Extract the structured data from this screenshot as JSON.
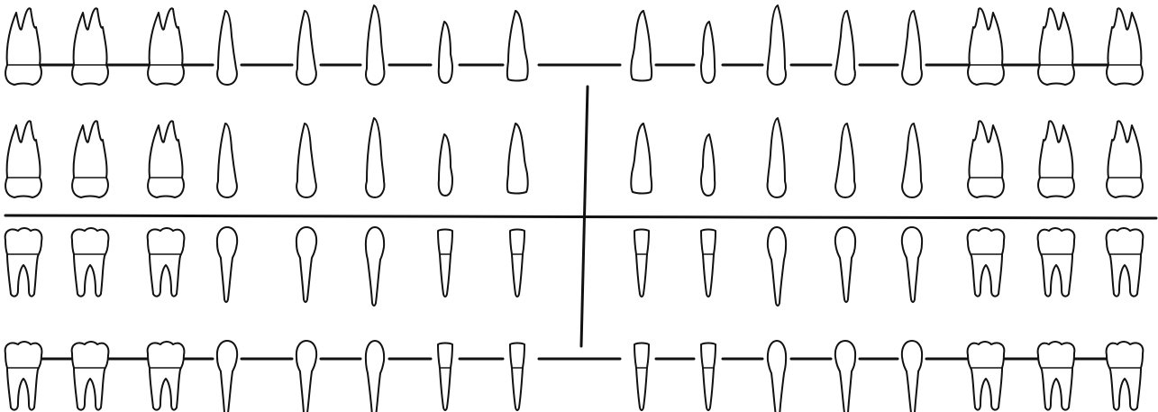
{
  "diagram": {
    "type": "dental_chart",
    "description_text": "",
    "colors": {
      "ink": "#111111",
      "paper": "#ffffff"
    },
    "rows": [
      {
        "name": "upper-buccal-row",
        "teeth": [
          "upper-molar",
          "upper-molar",
          "upper-molar",
          "upper-premolar",
          "upper-premolar",
          "upper-canine",
          "upper-lateral-incisor",
          "upper-central-incisor",
          "upper-central-incisor",
          "upper-lateral-incisor",
          "upper-canine",
          "upper-premolar",
          "upper-premolar",
          "upper-molar",
          "upper-molar",
          "upper-molar"
        ]
      },
      {
        "name": "upper-lingual-row",
        "teeth": [
          "upper-molar",
          "upper-molar",
          "upper-molar",
          "upper-premolar",
          "upper-premolar",
          "upper-canine",
          "upper-lateral-incisor",
          "upper-central-incisor",
          "upper-central-incisor",
          "upper-lateral-incisor",
          "upper-canine",
          "upper-premolar",
          "upper-premolar",
          "upper-molar",
          "upper-molar",
          "upper-molar"
        ]
      },
      {
        "name": "lower-lingual-row",
        "teeth": [
          "lower-molar",
          "lower-molar",
          "lower-molar",
          "lower-premolar",
          "lower-premolar",
          "lower-canine",
          "lower-lateral-incisor",
          "lower-central-incisor",
          "lower-central-incisor",
          "lower-lateral-incisor",
          "lower-canine",
          "lower-premolar",
          "lower-premolar",
          "lower-molar",
          "lower-molar",
          "lower-molar"
        ]
      },
      {
        "name": "lower-buccal-row",
        "teeth": [
          "lower-molar",
          "lower-molar",
          "lower-molar",
          "lower-premolar",
          "lower-premolar",
          "lower-canine",
          "lower-lateral-incisor",
          "lower-central-incisor",
          "lower-central-incisor",
          "lower-lateral-incisor",
          "lower-canine",
          "lower-premolar",
          "lower-premolar",
          "lower-molar",
          "lower-molar",
          "lower-molar"
        ]
      }
    ],
    "midline": {
      "visible": true
    },
    "occlusal_line": {
      "visible": true
    },
    "row_connectors": {
      "top": true,
      "bottom": true
    }
  }
}
